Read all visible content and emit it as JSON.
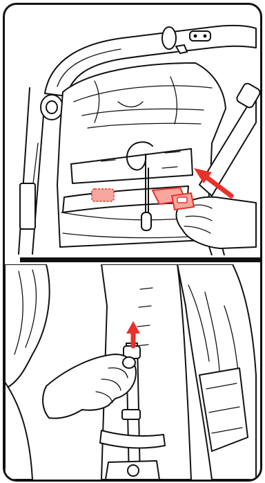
{
  "illustration": {
    "colors": {
      "outline": "#111111",
      "highlight": "#e8312a",
      "highlight_fill": "#f7a79e",
      "background": "#ffffff"
    },
    "panels": [
      {
        "step": "top",
        "callouts": [
          "red-arrow-icon",
          "strap-tab-highlight",
          "slot-highlight"
        ]
      },
      {
        "step": "bottom",
        "callouts": [
          "red-arrow-icon"
        ]
      }
    ]
  }
}
